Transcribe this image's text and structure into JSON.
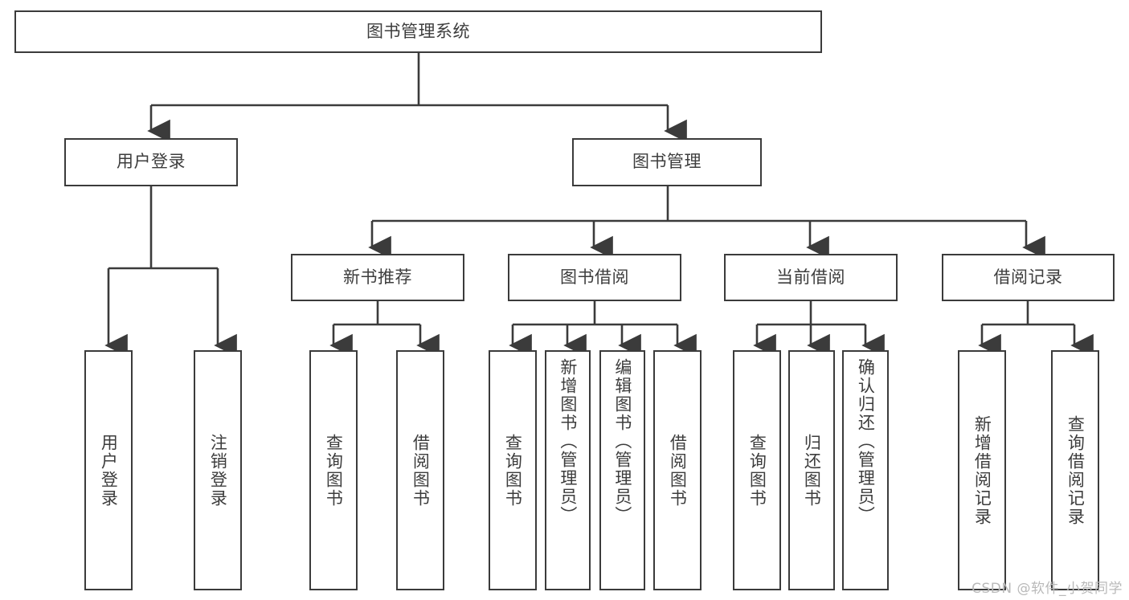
{
  "diagram": {
    "title": "图书管理系统",
    "type": "tree-hierarchy-chart",
    "watermark": "CSDN @软件_小贺同学",
    "colors": {
      "box_border": "#3b3b3b",
      "box_fill": "#ffffff",
      "text": "#3d3d3d",
      "connector": "#3b3b3b",
      "watermark": "#b9b9b9",
      "background": "#ffffff"
    },
    "root": {
      "label": "图书管理系统"
    },
    "level2": [
      {
        "label": "用户登录"
      },
      {
        "label": "图书管理"
      }
    ],
    "level3": [
      {
        "label": "新书推荐"
      },
      {
        "label": "图书借阅"
      },
      {
        "label": "当前借阅"
      },
      {
        "label": "借阅记录"
      }
    ],
    "leaves": {
      "user_login": [
        {
          "label": "用户登录"
        },
        {
          "label": "注销登录"
        }
      ],
      "new_book_recommend": [
        {
          "label": "查询图书"
        },
        {
          "label": "借阅图书"
        }
      ],
      "book_borrow": [
        {
          "label": "查询图书"
        },
        {
          "label": "新增图书（管理员）"
        },
        {
          "label": "编辑图书（管理员）"
        },
        {
          "label": "借阅图书"
        }
      ],
      "current_borrow": [
        {
          "label": "查询图书"
        },
        {
          "label": "归还图书"
        },
        {
          "label": "确认归还（管理员）"
        }
      ],
      "borrow_record": [
        {
          "label": "新增借阅记录"
        },
        {
          "label": "查询借阅记录"
        }
      ]
    }
  }
}
